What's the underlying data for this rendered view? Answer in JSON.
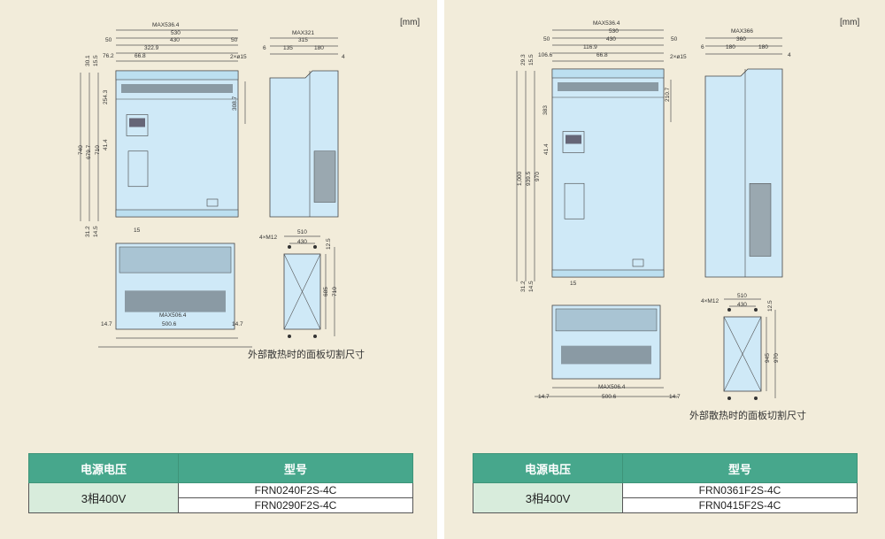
{
  "left": {
    "unit": "[mm]",
    "front": {
      "max_width": "MAX536.4",
      "width": "530",
      "margin_l": "50",
      "inner": "430",
      "margin_r": "50",
      "d1": "322.9",
      "d2": "76.2",
      "d3": "66.8",
      "holes": "2×ø15",
      "h_total": "740",
      "h2": "679.7",
      "h3": "710",
      "top1": "30.1",
      "top2": "15.5",
      "d_v1": "254.3",
      "d_v2": "41.4",
      "d_v3": "308.7",
      "bot1": "31.2",
      "bot2": "14.5",
      "foot": "15"
    },
    "side": {
      "max_depth": "MAX321",
      "depth": "315",
      "d_a": "6",
      "d_b": "135",
      "d_c": "180",
      "d_d": "4"
    },
    "bottom": {
      "max_width": "MAX506.4",
      "width": "500.6",
      "edge_l": "14.7",
      "edge_r": "14.7"
    },
    "cutout": {
      "screws": "4×M12",
      "w1": "510",
      "w2": "430",
      "top": "12.5",
      "h1": "685",
      "h2": "710"
    },
    "caption": "外部散热时的面板切割尺寸",
    "table": {
      "headers": [
        "电源电压",
        "型号"
      ],
      "voltage": "3相400V",
      "models": [
        "FRN0240F2S-4C",
        "FRN0290F2S-4C"
      ]
    }
  },
  "right": {
    "unit": "[mm]",
    "front": {
      "max_width": "MAX536.4",
      "width": "530",
      "margin_l": "50",
      "inner": "430",
      "margin_r": "50",
      "d1": "116.9",
      "d2": "106.6",
      "d3": "66.8",
      "holes": "2×ø15",
      "h_total": "1,000",
      "h2": "939.5",
      "h3": "970",
      "top1": "29.3",
      "top2": "15.5",
      "d_v1": "383",
      "d_v2": "41.4",
      "d_v3": "210.7",
      "bot1": "31.2",
      "bot2": "14.5",
      "foot": "15"
    },
    "side": {
      "max_depth": "MAX366",
      "depth": "360",
      "d_a": "6",
      "d_b": "180",
      "d_c": "180",
      "d_d": "4"
    },
    "bottom": {
      "max_width": "MAX506.4",
      "width": "500.6",
      "edge_l": "14.7",
      "edge_r": "14.7"
    },
    "cutout": {
      "screws": "4×M12",
      "w1": "510",
      "w2": "430",
      "top": "12.5",
      "h1": "945",
      "h2": "970"
    },
    "caption": "外部散热时的面板切割尺寸",
    "table": {
      "headers": [
        "电源电压",
        "型号"
      ],
      "voltage": "3相400V",
      "models": [
        "FRN0361F2S-4C",
        "FRN0415F2S-4C"
      ]
    }
  },
  "colors": {
    "header": "#47a78c",
    "voltage_cell": "#d8ecdc",
    "drawing_fill": "#cfe9f7",
    "panel_bg": "#f2ecda"
  }
}
